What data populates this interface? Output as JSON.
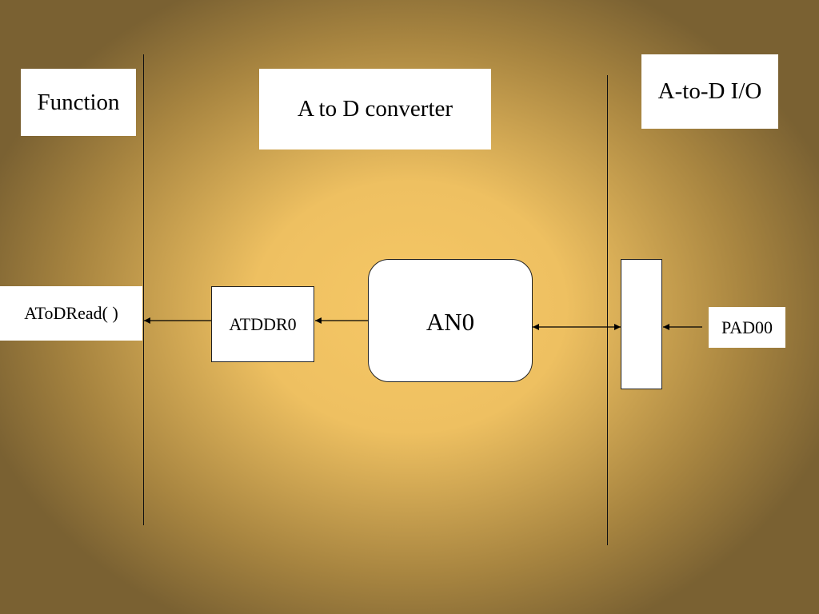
{
  "diagram": {
    "headers": {
      "function": "Function",
      "converter": "A to D converter",
      "io": "A-to-D I/O"
    },
    "nodes": {
      "atodread": "AToDRead( )",
      "atddr0": "ATDDR0",
      "an0": "AN0",
      "pad00": "PAD00"
    }
  }
}
